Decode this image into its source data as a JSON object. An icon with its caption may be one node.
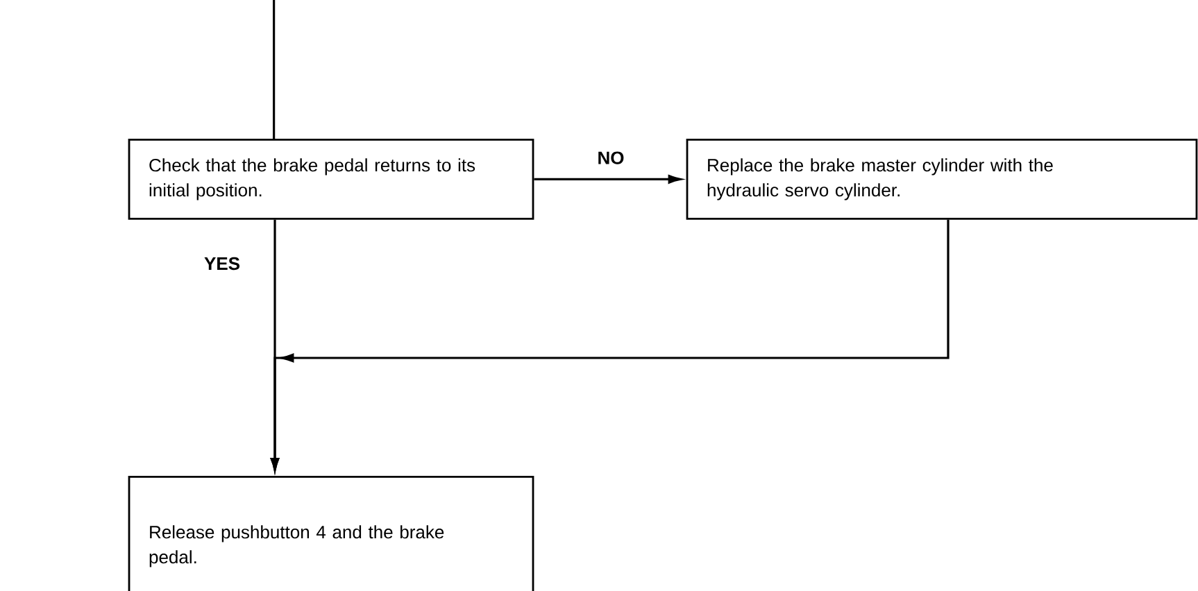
{
  "diagram": {
    "nodes": [
      {
        "text": [
          "Check that the brake pedal returns to its initial position."
        ]
      },
      {
        "text": [
          "Replace the brake master cylinder with the hydraulic servo cylinder."
        ]
      },
      {
        "text": [
          "Release pushbutton 4 and the brake pedal."
        ]
      }
    ],
    "edges": [
      {
        "from": null,
        "to": 0,
        "arrow": "none"
      },
      {
        "from": 0,
        "to": 1,
        "arrow": "to",
        "label": "NO"
      },
      {
        "from": 0,
        "to": 2,
        "arrow": "to",
        "label": "YES"
      },
      {
        "from": 1,
        "to": 2,
        "arrow": "to"
      }
    ]
  }
}
